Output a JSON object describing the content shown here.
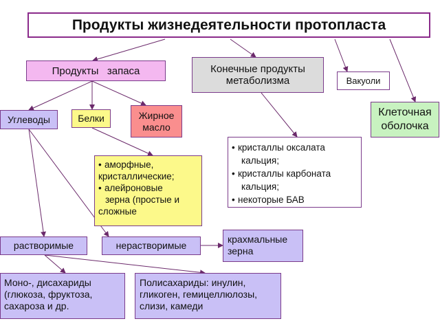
{
  "title": "Продукты жизнедеятельности протопласта",
  "nodes": {
    "reserve": "Продукты   запаса",
    "final_metabolism_line1": "Конечные продукты",
    "final_metabolism_line2": "метаболизма",
    "vacuoles": "Вакуоли",
    "cell_wall_line1": "Клеточная",
    "cell_wall_line2": "оболочка",
    "carbohydrates": "Углеводы",
    "proteins": "Белки",
    "fatty_oil_line1": "Жирное",
    "fatty_oil_line2": "масло",
    "soluble": "растворимые",
    "insoluble": "нерастворимые",
    "starch_line1": "крахмальные",
    "starch_line2": "зерна",
    "mono_line1": "Моно-, дисахариды",
    "mono_line2": "(глюкоза, фруктоза,",
    "mono_line3": "сахароза и др.",
    "poly_line1": "Полисахариды: инулин,",
    "poly_line2": "гликоген, гемицеллюлозы,",
    "poly_line3": "слизи, камеди"
  },
  "protein_forms": [
    {
      "line1": "аморфные,",
      "line2": "кристаллические;"
    },
    {
      "line1": "алейроновые",
      "line2": "зерна (простые и",
      "line3": "сложные"
    }
  ],
  "metabolism_items": [
    {
      "line1": "кристаллы оксалата",
      "line2": "кальция;"
    },
    {
      "line1": "кристаллы карбоната",
      "line2": "кальция;"
    },
    {
      "line1": "некоторые БАВ"
    }
  ],
  "colors": {
    "border": "#7a3a8a",
    "arrow": "#6b2a6b",
    "lilac": "#c9c0f6",
    "pink": "#f4b8f0",
    "yellow": "#fcf98a",
    "salmon": "#fa8e8e",
    "green": "#c8f2c0",
    "grey": "#dcdcdc"
  }
}
